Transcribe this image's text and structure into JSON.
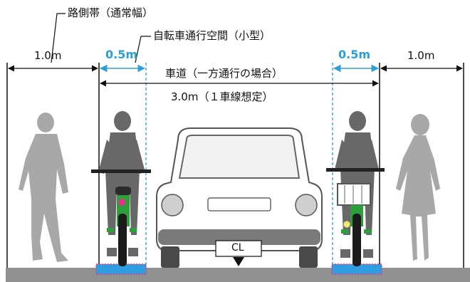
{
  "labels": {
    "shoulder_title": "路側帯（通常幅）",
    "bike_space_title": "自転車通行空間（小型）",
    "roadway_title": "車道（一方通行の場合）",
    "lane_width": "3.0m（１車線想定）",
    "left_shoulder_width": "1.0m",
    "right_shoulder_width": "1.0m",
    "left_bike_width": "0.5m",
    "right_bike_width": "0.5m",
    "centerline": "CL"
  },
  "colors": {
    "accent_blue": "#2a9fd8",
    "bike_lane_blue": "#2f9ee0",
    "bike_lane_border": "#e0338a",
    "figure_gray": "#a8a8a8",
    "cyclist_gray": "#686868",
    "bike_green": "#2e9e3a",
    "ground": "#909090"
  }
}
